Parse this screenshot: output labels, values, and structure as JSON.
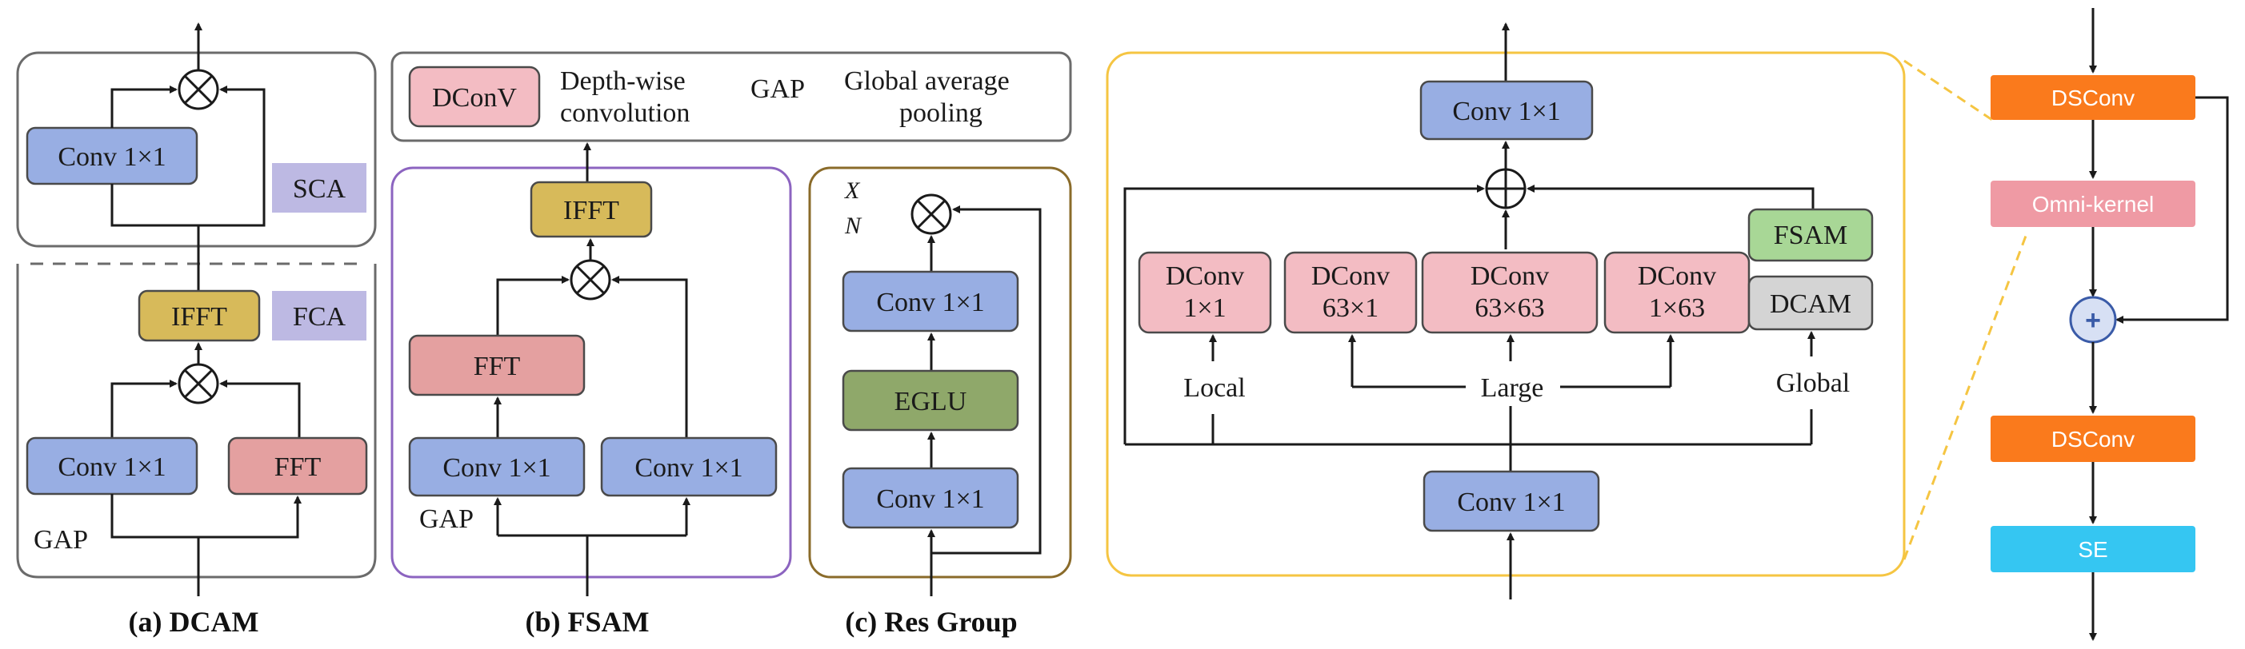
{
  "colors": {
    "conv": "#98aee3",
    "fft": "#e4a0a0",
    "ifft": "#d7ba5a",
    "tag": "#bdb9e3",
    "dconv": "#f3bcc3",
    "eglu": "#8fa86a",
    "fsam": "#a8d796",
    "dcam": "#d4d4d4",
    "gold": "#f5c542",
    "dsconv": "#fa7a1c",
    "omni": "#ef9aa4",
    "se": "#35c6f2",
    "purple": "#8c64c0",
    "brown": "#8a6b2a"
  },
  "icons": [
    "multiply-circle-icon",
    "plus-circle-icon",
    "arrow-icon"
  ],
  "dcam": {
    "conv_top": "Conv 1×1",
    "sca": "SCA",
    "ifft": "IFFT",
    "fca": "FCA",
    "conv_bottom": "Conv 1×1",
    "fft": "FFT",
    "gap": "GAP",
    "caption": "(a) DCAM"
  },
  "legend": {
    "dconv_box": "DConV",
    "dconv_line1": "Depth-wise",
    "dconv_line2": "convolution",
    "gap_abbr": "GAP",
    "gap_line1": "Global average",
    "gap_line2": "pooling"
  },
  "fsam": {
    "ifft": "IFFT",
    "fft": "FFT",
    "conv_left": "Conv 1×1",
    "conv_right": "Conv 1×1",
    "gap": "GAP",
    "caption": "(b) FSAM"
  },
  "resgroup": {
    "x": "X",
    "n": "N",
    "conv_top": "Conv 1×1",
    "eglu": "EGLU",
    "conv_bottom": "Conv 1×1",
    "caption": "(c) Res Group"
  },
  "omni": {
    "conv_top": "Conv 1×1",
    "dconv1_l1": "DConv",
    "dconv1_l2": "1×1",
    "dconv2_l1": "DConv",
    "dconv2_l2": "63×1",
    "dconv3_l1": "DConv",
    "dconv3_l2": "63×63",
    "dconv4_l1": "DConv",
    "dconv4_l2": "1×63",
    "fsam": "FSAM",
    "dcam": "DCAM",
    "local": "Local",
    "large": "Large",
    "global": "Global",
    "conv_bottom": "Conv 1×1"
  },
  "pipeline": {
    "dsconv1": "DSConv",
    "omni_kernel": "Omni-kernel",
    "plus": "+",
    "dsconv2": "DSConv",
    "se": "SE"
  }
}
